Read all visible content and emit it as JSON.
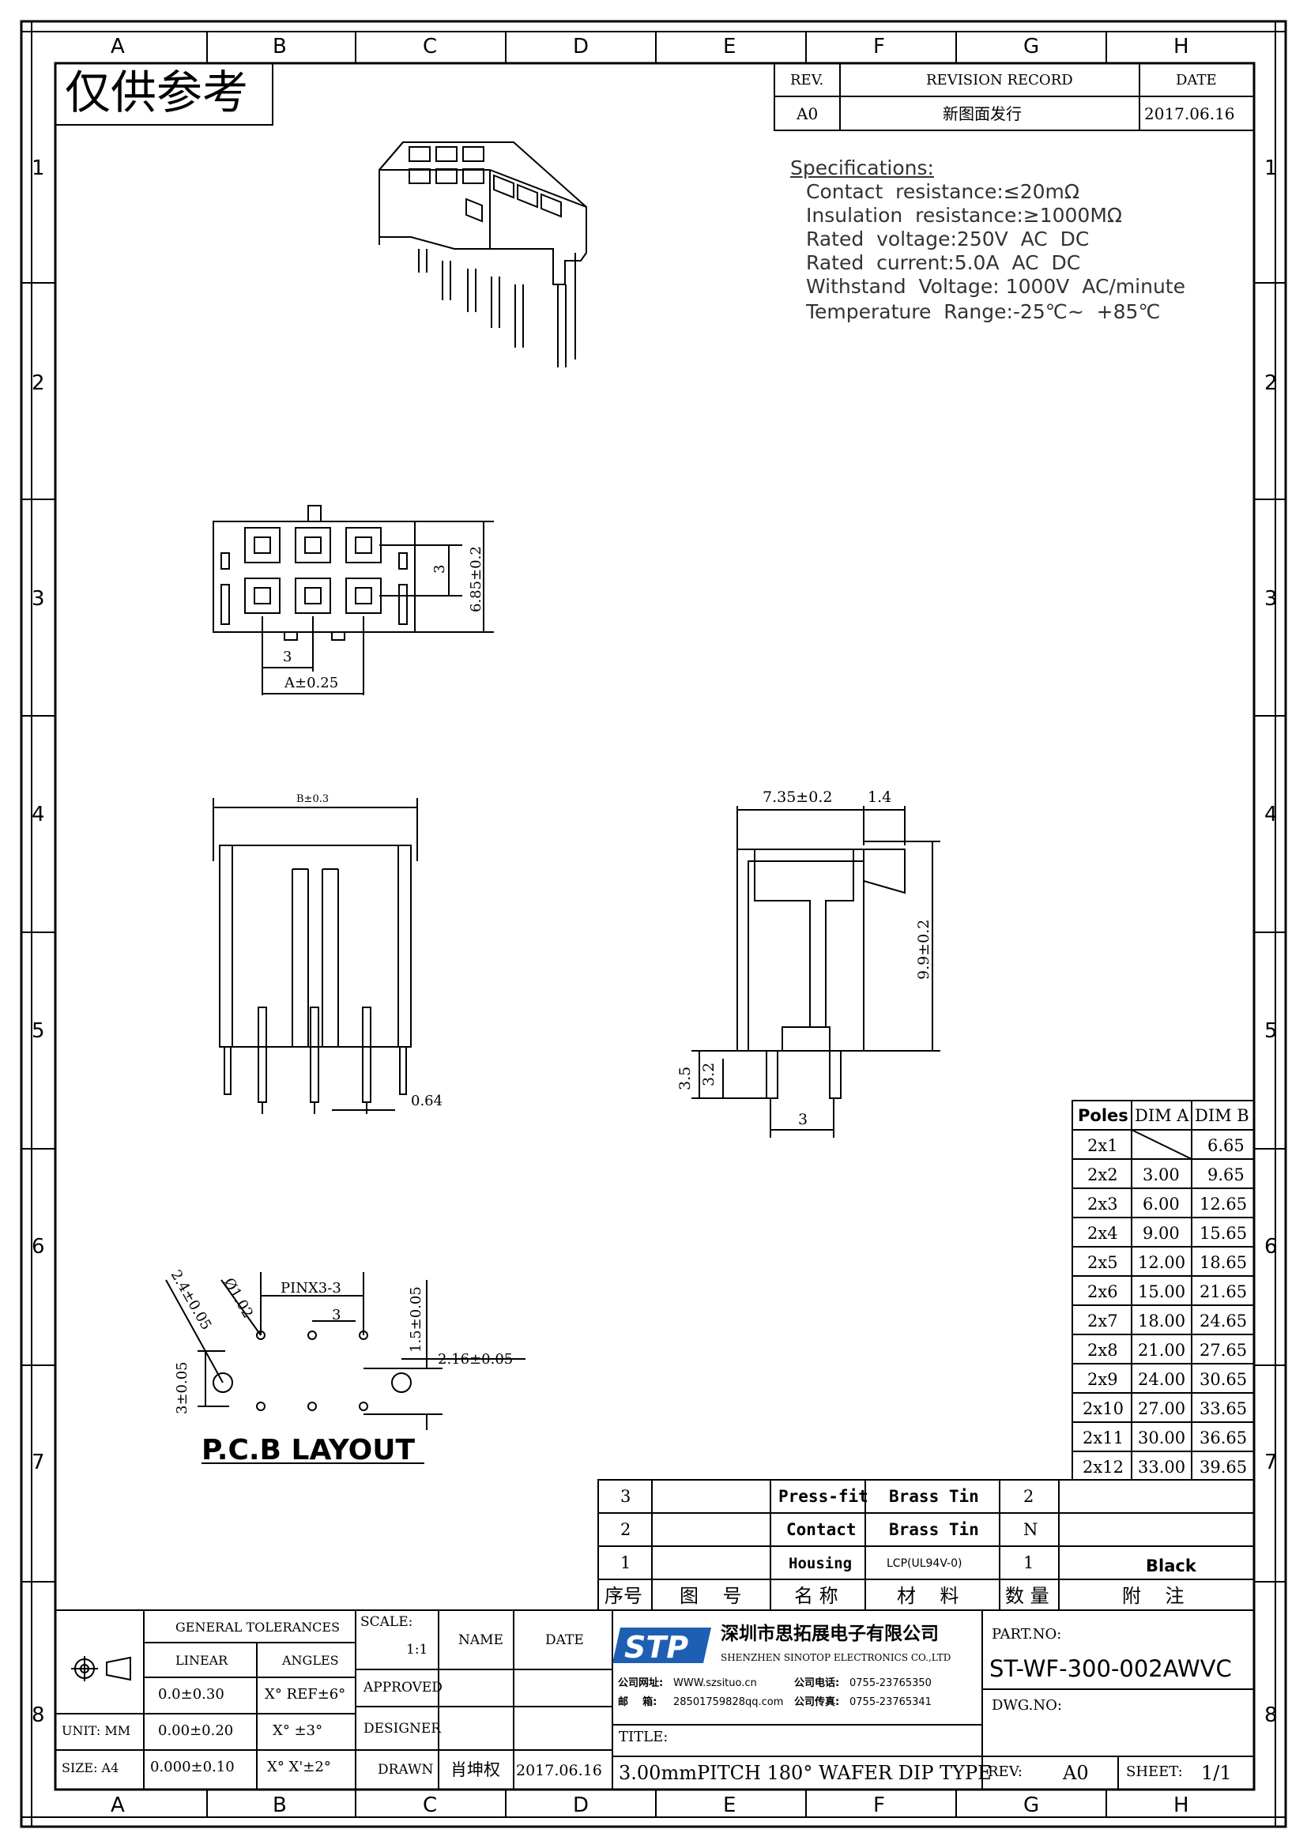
{
  "grid": {
    "columns": [
      "A",
      "B",
      "C",
      "D",
      "E",
      "F",
      "G",
      "H"
    ],
    "rows": [
      "1",
      "2",
      "3",
      "4",
      "5",
      "6",
      "7",
      "8"
    ]
  },
  "watermark": "仅供参考",
  "revision": {
    "headers": {
      "rev": "REV.",
      "record": "REVISION RECORD",
      "date": "DATE"
    },
    "row": {
      "rev": "A0",
      "record": "新图面发行",
      "date": "2017.06.16"
    }
  },
  "specifications": {
    "title": "Specifications:",
    "lines": [
      "Contact  resistance:≤20mΩ",
      "Insulation  resistance:≥1000MΩ",
      "Rated  voltage:250V  AC  DC",
      "Rated  current:5.0A  AC  DC",
      "Withstand  Voltage: 1000V  AC/minute",
      "Temperature  Range:-25℃~  +85℃"
    ]
  },
  "dimensions": {
    "top_3": "3",
    "top_A": "A±0.25",
    "top_v3": "3",
    "top_685": "6.85±0.2",
    "front_B": "B±0.3",
    "front_064": "0.64",
    "side_735": "7.35±0.2",
    "side_14": "1.4",
    "side_99": "9.9±0.2",
    "side_35": "3.5",
    "side_32": "3.2",
    "side_3": "3",
    "pcb_24": "2.4±0.05",
    "pcb_102": "Ø1.02",
    "pcb_pin": "PINX3-3",
    "pcb_3": "3",
    "pcb_15": "1.5±0.05",
    "pcb_216": "2.16±0.05",
    "pcb_3v": "3±0.05"
  },
  "pcb_title": "P.C.B LAYOUT",
  "dim_table": {
    "headers": [
      "Poles",
      "DIM A",
      "DIM B"
    ],
    "rows": [
      [
        "2x1",
        "",
        "6.65"
      ],
      [
        "2x2",
        "3.00",
        "9.65"
      ],
      [
        "2x3",
        "6.00",
        "12.65"
      ],
      [
        "2x4",
        "9.00",
        "15.65"
      ],
      [
        "2x5",
        "12.00",
        "18.65"
      ],
      [
        "2x6",
        "15.00",
        "21.65"
      ],
      [
        "2x7",
        "18.00",
        "24.65"
      ],
      [
        "2x8",
        "21.00",
        "27.65"
      ],
      [
        "2x9",
        "24.00",
        "30.65"
      ],
      [
        "2x10",
        "27.00",
        "33.65"
      ],
      [
        "2x11",
        "30.00",
        "36.65"
      ],
      [
        "2x12",
        "33.00",
        "39.65"
      ]
    ]
  },
  "bom": {
    "rows": [
      {
        "no": "3",
        "dwg": "",
        "name": "Press-fit",
        "material": "Brass Tin",
        "qty": "2",
        "note": ""
      },
      {
        "no": "2",
        "dwg": "",
        "name": "Contact",
        "material": "Brass Tin",
        "qty": "N",
        "note": ""
      },
      {
        "no": "1",
        "dwg": "",
        "name": "Housing",
        "material": "LCP(UL94V-0)",
        "qty": "1",
        "note": "Black"
      }
    ],
    "headers": {
      "no": "序号",
      "dwg": "图    号",
      "name": "名 称",
      "material": "材    料",
      "qty": "数 量",
      "note": "附    注"
    }
  },
  "title_block": {
    "general_tolerances": "GENERAL TOLERANCES",
    "linear": "LINEAR",
    "angles": "ANGLES",
    "tol_rows": [
      {
        "linear": "0.0±0.30",
        "angle": "X° REF±6°"
      },
      {
        "linear": "0.00±0.20",
        "angle": "X° ±3°"
      },
      {
        "linear": "0.000±0.10",
        "angle": "X° X'±2°"
      }
    ],
    "unit": "UNIT: MM",
    "size": "SIZE: A4",
    "scale_label": "SCALE:",
    "scale_value": "1:1",
    "name": "NAME",
    "date": "DATE",
    "approved": "APPROVED",
    "designer": "DESIGNER",
    "drawn": "DRAWN",
    "drawn_name": "肖坤权",
    "drawn_date": "2017.06.16",
    "company_cn": "深圳市思拓展电子有限公司",
    "company_en": "SHENZHEN SINOTOP ELECTRONICS CO.,LTD",
    "logo": "STP",
    "web_label": "公司网址:",
    "web": "WWW.szsituo.cn",
    "phone_label": "公司电话:",
    "phone": "0755-23765350",
    "mail_label": "邮    箱:",
    "mail": "28501759828qq.com",
    "fax_label": "公司传真:",
    "fax": "0755-23765341",
    "title_label": "TITLE:",
    "title": "3.00mmPITCH 180° WAFER DIP TYPE",
    "part_no_label": "PART.NO:",
    "part_no": "ST-WF-300-002AWVC",
    "dwg_no_label": "DWG.NO:",
    "rev_label": "REV:",
    "rev": "A0",
    "sheet_label": "SHEET:",
    "sheet": "1/1"
  }
}
